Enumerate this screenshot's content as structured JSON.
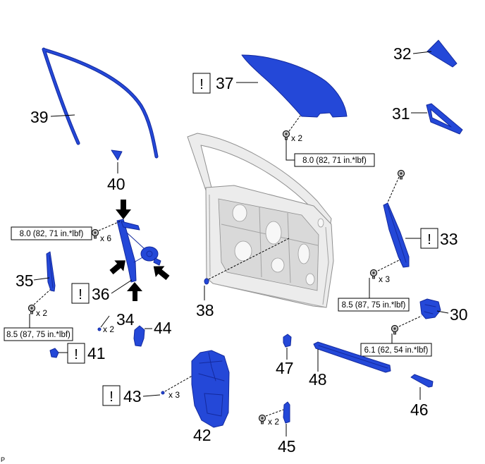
{
  "colors": {
    "part_fill": "#2448d8",
    "part_edge": "#142a9e",
    "door_fill": "#ececec",
    "door_edge": "#8f8f8f",
    "door_inner": "#d9d9d9",
    "ink": "#000000"
  },
  "callouts": {
    "n30": "30",
    "n31": "31",
    "n32": "32",
    "n33": "33",
    "n34": "34",
    "n35": "35",
    "n36": "36",
    "n37": "37",
    "n38": "38",
    "n39": "39",
    "n40": "40",
    "n41": "41",
    "n42": "42",
    "n43": "43",
    "n44": "44",
    "n45": "45",
    "n46": "46",
    "n47": "47",
    "n48": "48"
  },
  "torque": {
    "part37_bolt": "8.0 (82, 71 in.*lbf)",
    "part36_bolt": "8.0 (82, 71 in.*lbf)",
    "part33_bolt": "8.5 (87, 75 in.*lbf)",
    "part35_bolt": "8.5 (87, 75 in.*lbf)",
    "part30_bolt": "6.1 (62, 54 in.*lbf)"
  },
  "quantity": {
    "part37_bolt": "x 2",
    "part36_bolt": "x 6",
    "part33_bolt": "x 3",
    "part35_bolt": "x 2",
    "part34": "x 2",
    "part43": "x 3",
    "part45_bolt": "x 2"
  },
  "notice_mark": "!",
  "corner_label": "P"
}
